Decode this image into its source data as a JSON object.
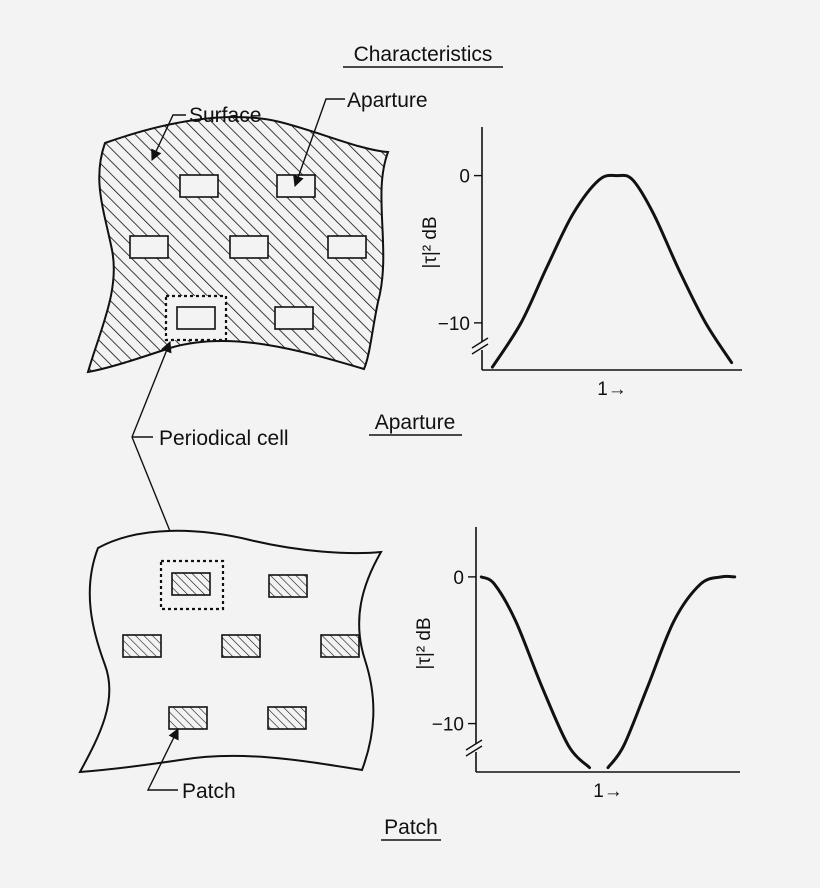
{
  "heading": "Characteristics",
  "labels": {
    "surface": "Surface",
    "aperture": "Aparture",
    "periodical_cell": "Periodical cell",
    "patch": "Patch"
  },
  "captions": {
    "aperture": "Aparture",
    "patch": "Patch"
  },
  "chart_data": [
    {
      "type": "line",
      "name": "aperture-response",
      "ylabel": "|τ|² dB",
      "xlabel": "1→",
      "yticks": [
        0,
        -10
      ],
      "ytick_labels": [
        "0",
        "−10"
      ],
      "ylim": [
        -13.2,
        3.3
      ],
      "xlim": [
        0,
        1
      ],
      "axis_break": true,
      "x": [
        0.04,
        0.15,
        0.25,
        0.35,
        0.45,
        0.52,
        0.58,
        0.66,
        0.76,
        0.86,
        0.96
      ],
      "y": [
        -13,
        -10,
        -6.2,
        -2.6,
        -0.3,
        0,
        -0.3,
        -2.6,
        -6.5,
        -10,
        -12.7
      ],
      "colors": {
        "line": "#111111"
      }
    },
    {
      "type": "line",
      "name": "patch-response",
      "ylabel": "|τ|² dB",
      "xlabel": "1→",
      "yticks": [
        0,
        -10
      ],
      "ytick_labels": [
        "0",
        "−10"
      ],
      "ylim": [
        -13.3,
        3.4
      ],
      "xlim": [
        0,
        1
      ],
      "axis_break": true,
      "x": [
        0.02,
        0.07,
        0.15,
        0.25,
        0.35,
        0.43,
        0.46,
        0.5,
        0.56,
        0.65,
        0.75,
        0.85,
        0.93,
        0.98
      ],
      "y": [
        0,
        -0.5,
        -3,
        -7.5,
        -11.5,
        -13,
        null,
        -13,
        -11.5,
        -7.5,
        -3,
        -0.5,
        0,
        0
      ],
      "colors": {
        "line": "#111111"
      }
    }
  ]
}
